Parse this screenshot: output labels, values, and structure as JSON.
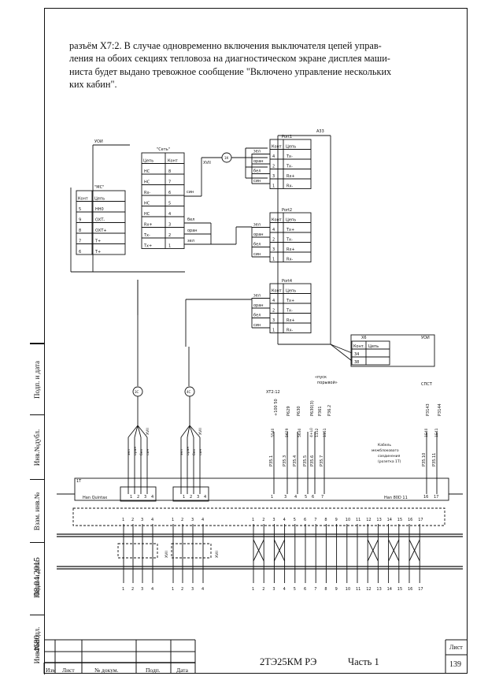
{
  "paragraph": [
    "разъём X7:2. В случае одновременно включения выключателя цепей управ-",
    "ления на обоих секциях тепловоза на диагностическом экране дисплея маши-",
    "ниста будет выдано тревожное сообщение \"Включено управление нескольких",
    "ких кабин\"."
  ],
  "side_strip": {
    "cells": [
      "Подп. и дата",
      "Инв.№дубл.",
      "Взам. инв.№",
      "Подп. и дата",
      "Инв.№подл."
    ],
    "date_value": "08.04.2015",
    "inv_value": "4680"
  },
  "stamp": {
    "col_labels": [
      "Изм",
      "Лист",
      "№ докум.",
      "Подп.",
      "Дата"
    ],
    "designation": "2ТЭ25КМ   РЭ",
    "part": "Часть 1",
    "sheet_label": "Лист",
    "sheet_number": "139"
  },
  "diagram": {
    "uoi_label": "УОИ",
    "mc_block": {
      "title": "\"МС\"",
      "headers": [
        "Конт",
        "Цепь"
      ],
      "rows": [
        [
          "5",
          "НН0"
        ],
        [
          "9",
          "ОХТ-"
        ],
        [
          "8",
          "ОХТ+"
        ],
        [
          "7",
          "Т+"
        ],
        [
          "6",
          "Т+"
        ]
      ]
    },
    "set_block": {
      "title": "\"Сеть\"",
      "headers": [
        "Цепь",
        "Конт"
      ],
      "rows": [
        [
          "НС",
          "8"
        ],
        [
          "НС",
          "7"
        ],
        [
          "Rх-",
          "6"
        ],
        [
          "НС",
          "5"
        ],
        [
          "НС",
          "4"
        ],
        [
          "Rх+",
          "3"
        ],
        [
          "Тх-",
          "2"
        ],
        [
          "Тх+",
          "1"
        ]
      ]
    },
    "wire_colors": {
      "sin": "син",
      "bel": "бел",
      "oran": "оран",
      "zel": "зел"
    },
    "xvii": "XVII",
    "a33": "А33",
    "ports": [
      {
        "name": "Port1",
        "headers": [
          "Конт",
          "Цепь"
        ],
        "rows": [
          [
            "4",
            "Тх-"
          ],
          [
            "2",
            "Тх-"
          ],
          [
            "3",
            "Rх+"
          ],
          [
            "1",
            "Rх-"
          ]
        ]
      },
      {
        "name": "Port2",
        "headers": [
          "Конт",
          "Цепь"
        ],
        "rows": [
          [
            "4",
            "Тх+"
          ],
          [
            "2",
            "Тх-"
          ],
          [
            "3",
            "Rх+"
          ],
          [
            "1",
            "Rх-"
          ]
        ]
      },
      {
        "name": "Port4",
        "headers": [
          "Конт",
          "Цепь"
        ],
        "rows": [
          [
            "4",
            "Тх+"
          ],
          [
            "2",
            "Тх-"
          ],
          [
            "3",
            "Rх+"
          ],
          [
            "1",
            "Rх-"
          ]
        ]
      }
    ],
    "x6": {
      "title": "Х6",
      "uoi": "УОИ",
      "headers": [
        "Конт.",
        "Цепь"
      ],
      "rows": [
        [
          "34",
          ""
        ],
        [
          "38",
          ""
        ]
      ]
    },
    "port_wires": [
      "зел",
      "оран",
      "бел",
      "син"
    ],
    "han_left": "Han Quintax",
    "han_right": "Han 80D 11",
    "block_1t": "1Т",
    "connector_circles": [
      "1К",
      "3С",
      "4С"
    ],
    "xt": "ХТ2:12",
    "top_labels": [
      "+100 50",
      "Р629",
      "Р630",
      "Р630(3)",
      "Р361",
      "Р36.2",
      "Р3143",
      "Р3144"
    ],
    "annot_start": "«пуск\nпорывой»",
    "annot_stst": "СПСТ",
    "wire_numbers": [
      "5540",
      "5629",
      "5630",
      "4+L0",
      "1152",
      "1151",
      "1Е40",
      "1Е41"
    ],
    "p_labels": [
      "Р35.1",
      "Р35.3",
      "Р35.4",
      "Р35.5",
      "Р35.6",
      "Р35.7",
      "Р35.10",
      "Р35.11"
    ],
    "cable_note": [
      "Кабель",
      "межблокового",
      "соединения",
      "(розетка 1Т)"
    ],
    "left_pins": [
      "1",
      "2",
      "3",
      "4"
    ],
    "bottom_pins": [
      "1",
      "2",
      "3",
      "4",
      "5",
      "6",
      "7",
      "8",
      "9",
      "10",
      "11",
      "12",
      "13",
      "14",
      "15",
      "16",
      "17"
    ]
  }
}
